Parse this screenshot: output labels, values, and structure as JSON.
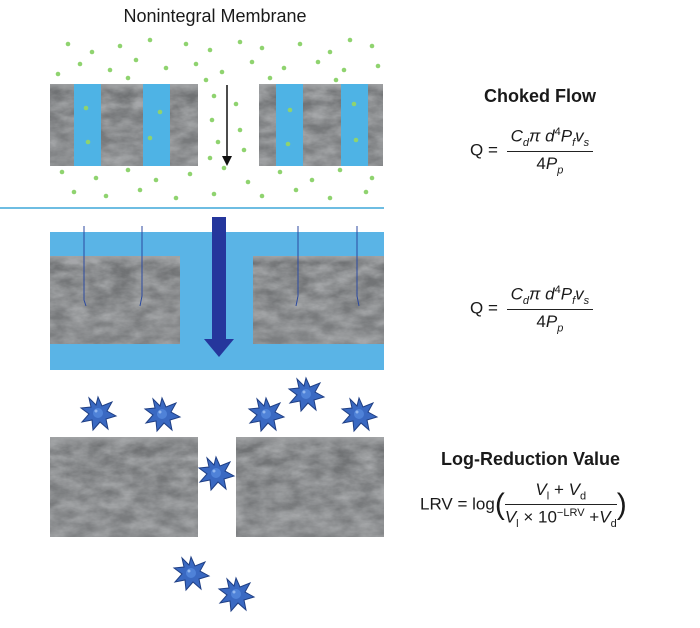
{
  "title": "Nonintegral Membrane",
  "choked_flow": {
    "heading": "Choked Flow",
    "lhs": "Q =",
    "numerator": {
      "c": "C",
      "c_sub": "d",
      "pi": "π",
      "d": "d",
      "d_sup": "4",
      "p": "P",
      "p_sub": "f",
      "v": "v",
      "v_sub": "s"
    },
    "denominator": {
      "coef": "4",
      "p": "P",
      "p_sub": "p"
    }
  },
  "lrv": {
    "heading": "Log-Reduction Value",
    "lhs": "LRV = log",
    "numerator": {
      "v1": "V",
      "v1_sub": "l",
      "plus": "+",
      "v2": "V",
      "v2_sub": "d"
    },
    "denominator": {
      "v1": "V",
      "v1_sub": "l",
      "times": "× 10",
      "exp": "−LRV",
      "plus": "+",
      "v2": "V",
      "v2_sub": "d"
    }
  },
  "colors": {
    "water": "#5ab4e6",
    "membrane": "#77797b",
    "particle": "#8fd36f",
    "arrow": "#25369c",
    "microbe": "#3a69c2",
    "divider": "#3ea7d8"
  },
  "icons": [
    "membrane-texture",
    "particle-dot",
    "flow-arrow",
    "microbe-icon"
  ]
}
